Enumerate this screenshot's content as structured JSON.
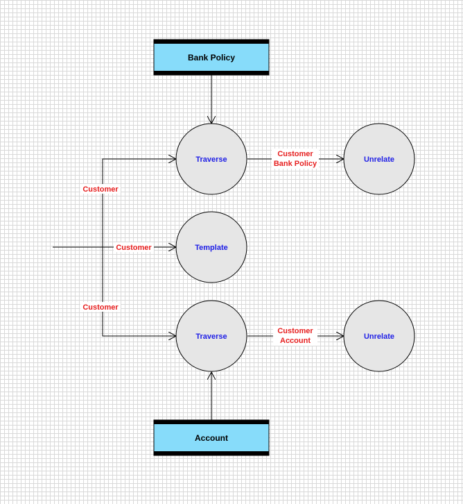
{
  "colors": {
    "store_fill": "#87dcfa",
    "store_bar": "#000000",
    "process_fill": "#e6e6e6",
    "process_label": "#1e1ee6",
    "flow_label": "#e61e1e",
    "line": "#000000"
  },
  "data_stores": [
    {
      "id": "bank-policy",
      "label": "Bank Policy"
    },
    {
      "id": "account",
      "label": "Account"
    }
  ],
  "processes": [
    {
      "id": "traverse-top",
      "label": "Traverse"
    },
    {
      "id": "unrelate-top",
      "label": "Unrelate"
    },
    {
      "id": "template",
      "label": "Template"
    },
    {
      "id": "traverse-bottom",
      "label": "Traverse"
    },
    {
      "id": "unrelate-bottom",
      "label": "Unrelate"
    }
  ],
  "flows": [
    {
      "id": "customer-upper",
      "lines": [
        "Customer"
      ]
    },
    {
      "id": "customer-template",
      "lines": [
        "Customer"
      ]
    },
    {
      "id": "customer-lower",
      "lines": [
        "Customer"
      ]
    },
    {
      "id": "customer-bank-policy",
      "lines": [
        "Customer",
        "Bank Policy"
      ]
    },
    {
      "id": "customer-account",
      "lines": [
        "Customer",
        "Account"
      ]
    }
  ]
}
